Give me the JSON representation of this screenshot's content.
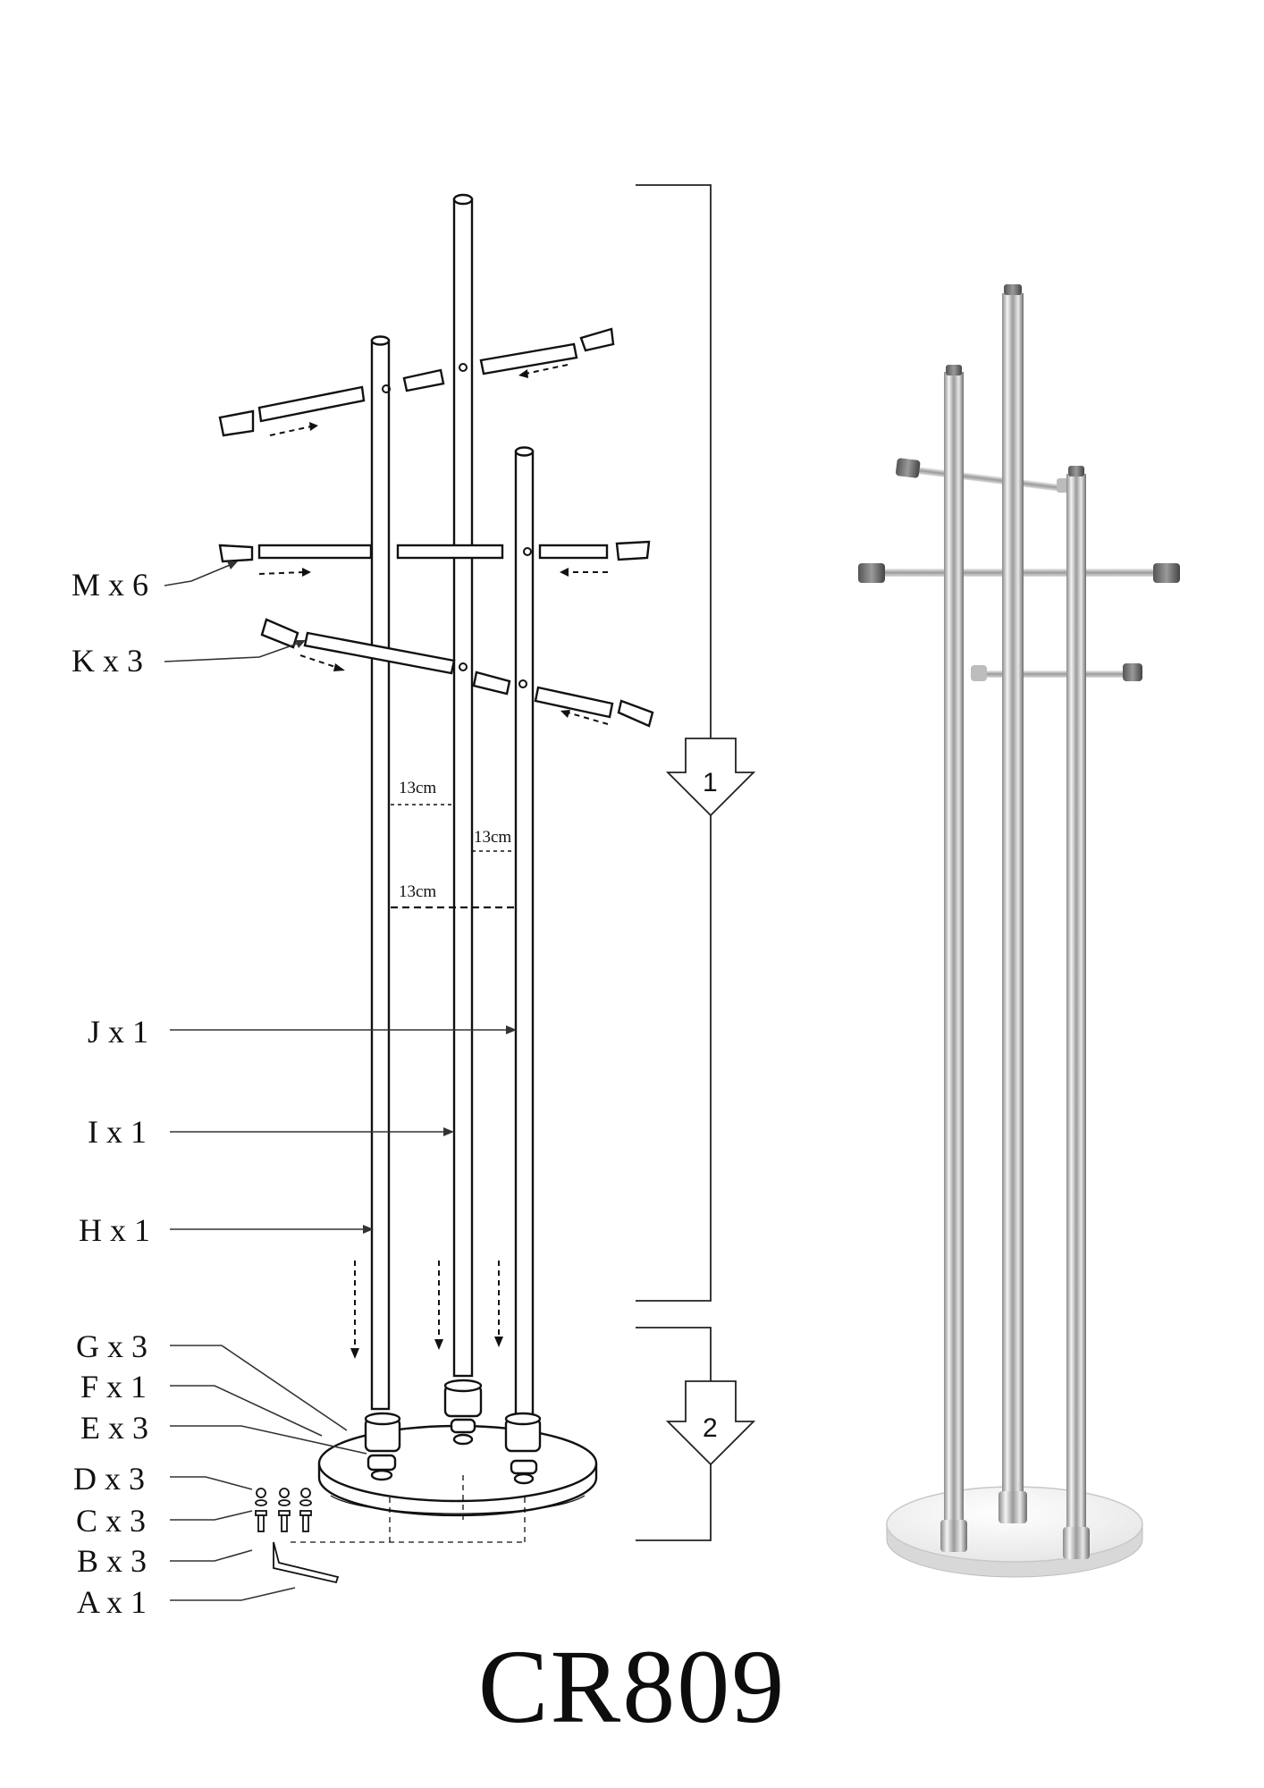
{
  "parts": [
    {
      "id": "M",
      "label": "M x 6"
    },
    {
      "id": "K",
      "label": "K x 3"
    },
    {
      "id": "J",
      "label": "J x 1"
    },
    {
      "id": "I",
      "label": "I x 1"
    },
    {
      "id": "H",
      "label": "H x 1"
    },
    {
      "id": "G",
      "label": "G x 3"
    },
    {
      "id": "F",
      "label": "F x 1"
    },
    {
      "id": "E",
      "label": "E x 3"
    },
    {
      "id": "D",
      "label": "D x 3"
    },
    {
      "id": "C",
      "label": "C x 3"
    },
    {
      "id": "B",
      "label": "B x 3"
    },
    {
      "id": "A",
      "label": "A x 1"
    }
  ],
  "dimensions": [
    "13cm",
    "13cm",
    "13cm"
  ],
  "steps": [
    "1",
    "2"
  ],
  "model": "CR809"
}
